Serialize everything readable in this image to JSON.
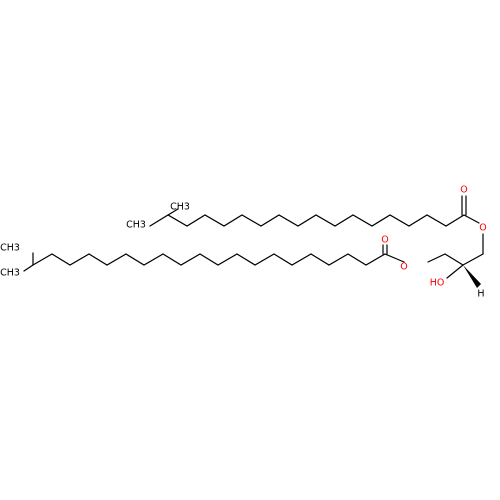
{
  "colors": {
    "bond": "#000000",
    "oxygen": "#ff0000",
    "carbon_label": "#000000"
  },
  "labels": {
    "ester1_carbonyl_o": "O",
    "ester1_link_o": "O",
    "ester2_carbonyl_o": "O",
    "ester2_link_o": "O",
    "hydroxyl": "HO",
    "stereo_h": "H",
    "branch1_methyl": "CH3",
    "branch1_ethyl": "CH3",
    "branch2_methyl_top": "CH3",
    "branch2_methyl_bottom": "CH3"
  }
}
